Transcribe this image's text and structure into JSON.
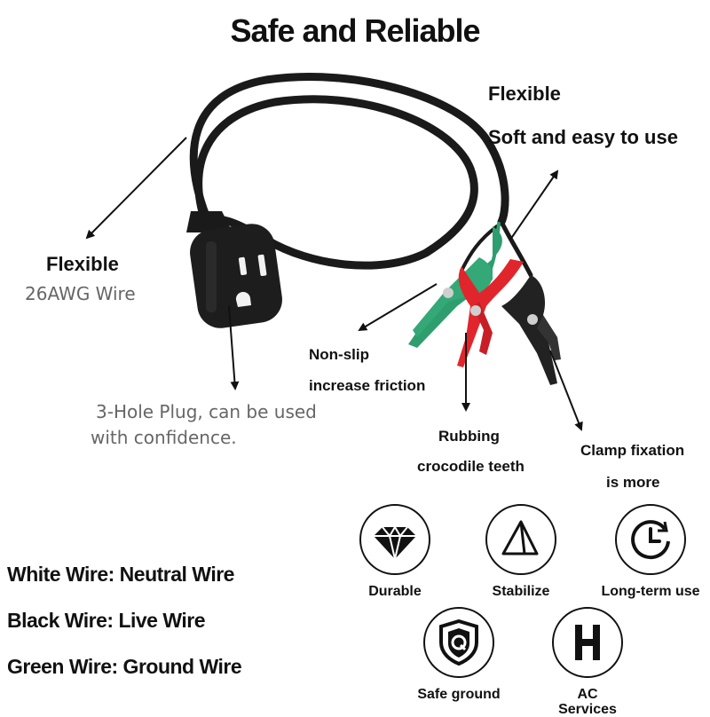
{
  "title": "Safe and Reliable",
  "callouts": {
    "flexible_top": "Flexible",
    "soft_easy": "Soft and easy to use",
    "flexible_left": "Flexible",
    "wire_gauge": "26AWG Wire",
    "plug_line1": "3-Hole Plug, can be used",
    "plug_line2": "with confidence.",
    "nonslip_line1": "Non-slip",
    "nonslip_line2": "increase friction",
    "rubbing_line1": "Rubbing",
    "rubbing_line2": "crocodile teeth",
    "clamp_line1": "Clamp fixation",
    "clamp_line2": "is more"
  },
  "wire_legend": [
    "White Wire: Neutral Wire",
    "Black Wire: Live Wire",
    "Green Wire: Ground Wire"
  ],
  "features": [
    {
      "label": "Durable",
      "icon": "diamond-icon"
    },
    {
      "label": "Stabilize",
      "icon": "pyramid-icon"
    },
    {
      "label": "Long-term use",
      "icon": "clock-icon"
    },
    {
      "label": "Safe ground",
      "icon": "shield-q-icon"
    },
    {
      "label": "AC Services",
      "icon": "letter-h-icon"
    }
  ],
  "colors": {
    "cable": "#1a1a1a",
    "clip_green": "#2e9e6f",
    "clip_red": "#e0262c",
    "clip_black": "#222222"
  }
}
